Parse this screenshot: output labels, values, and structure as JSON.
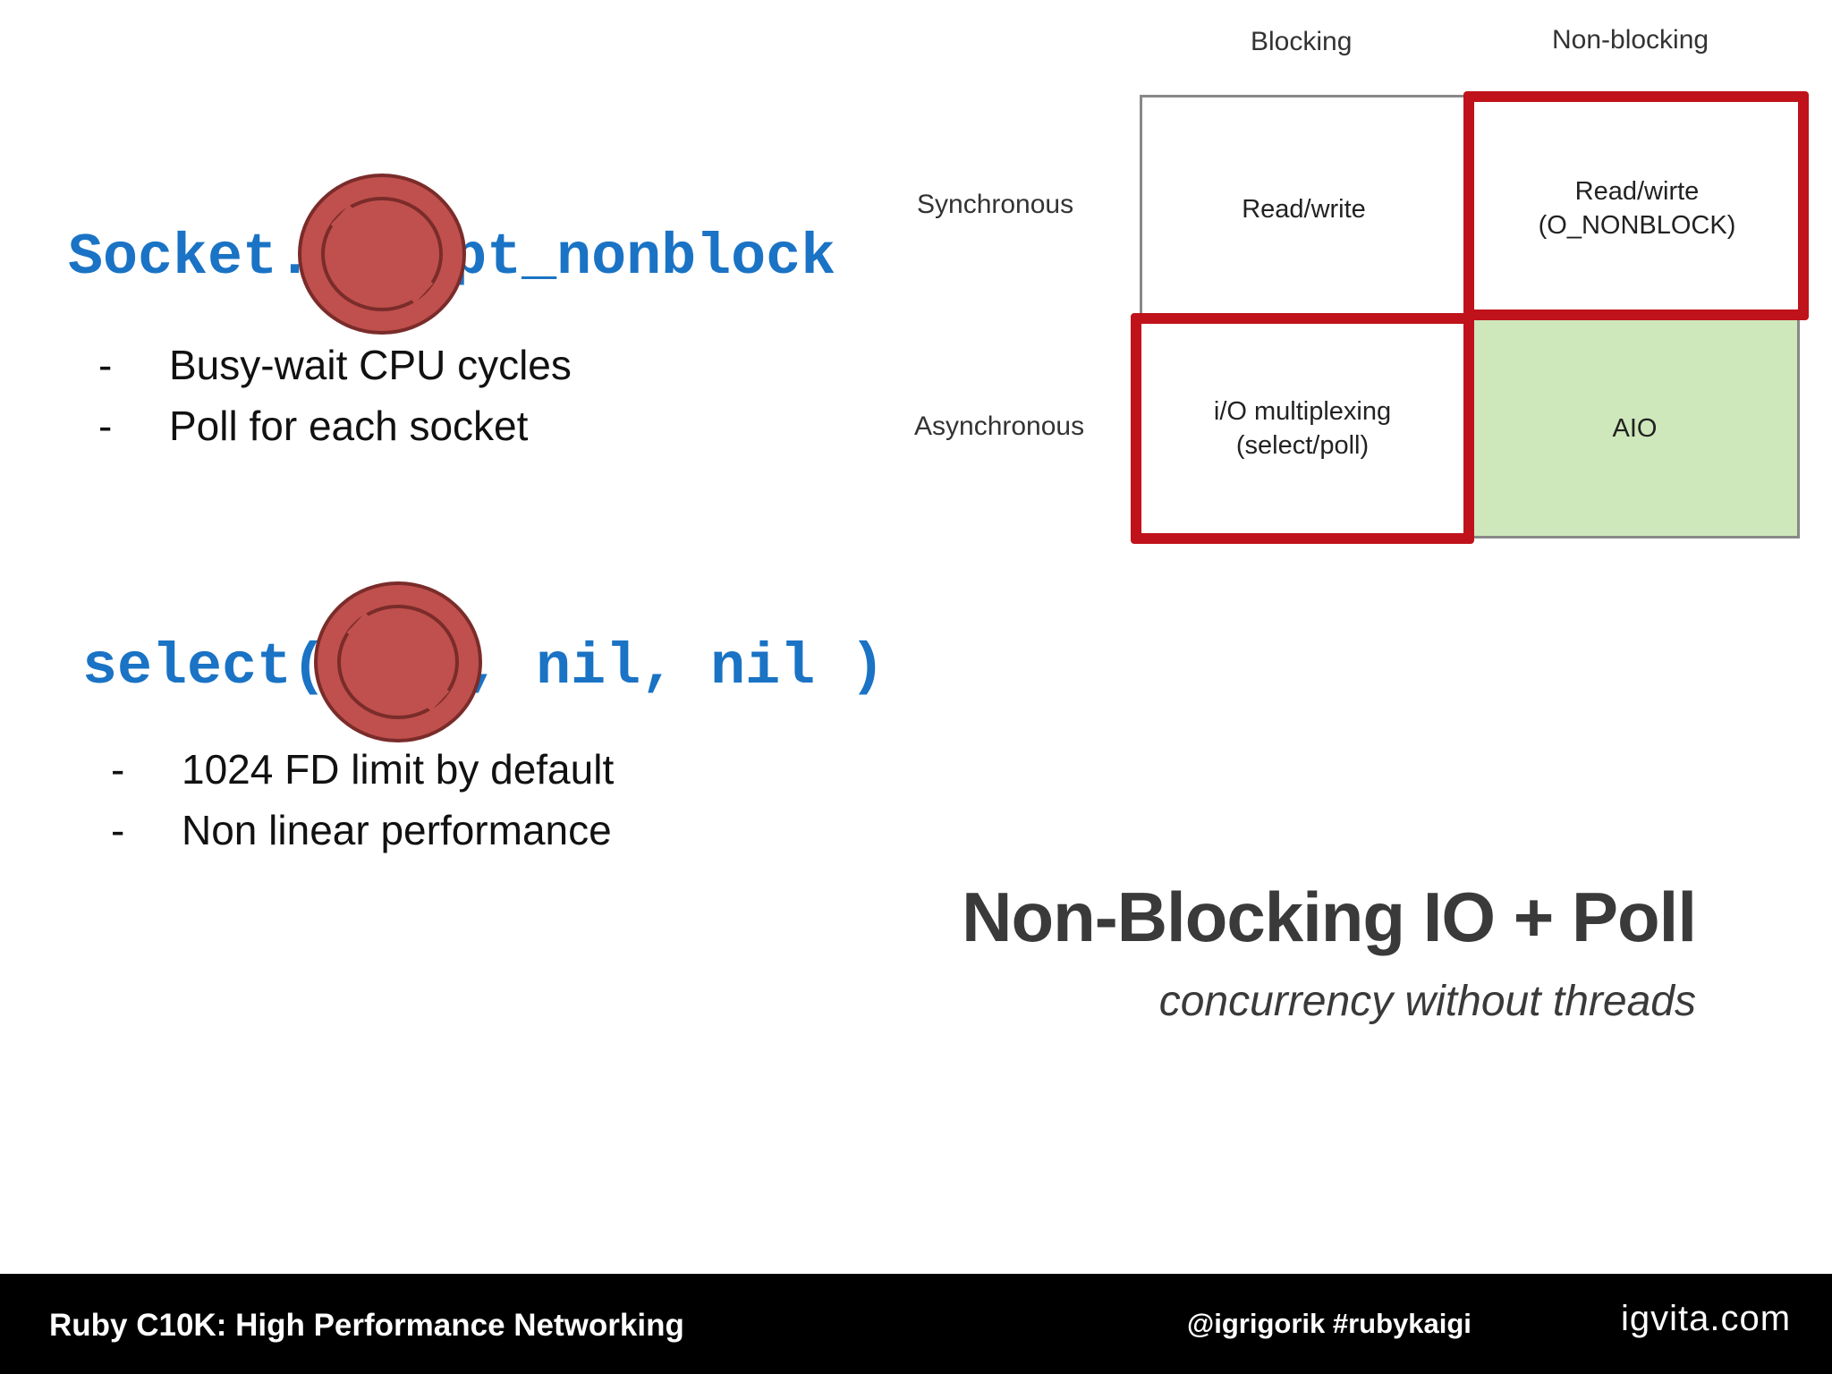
{
  "slide": {
    "code_1": "Socket.accept_nonblock",
    "bullets_1": [
      {
        "dash": "-",
        "text": "Busy-wait CPU cycles"
      },
      {
        "dash": "-",
        "text": "Poll for each socket"
      }
    ],
    "code_2": "select( […], nil, nil )",
    "bullets_2": [
      {
        "dash": "-",
        "text": "1024 FD limit by default"
      },
      {
        "dash": "-",
        "text": "Non linear performance"
      }
    ],
    "prohibited_icon": "no-entry-icon",
    "headline": "Non-Blocking IO + Poll",
    "subheadline": "concurrency without threads"
  },
  "matrix": {
    "col_labels": [
      "Blocking",
      "Non-blocking"
    ],
    "row_labels": [
      "Synchronous",
      "Asynchronous"
    ],
    "cells": {
      "sync_blocking": [
        "Read/write"
      ],
      "sync_nonblocking": [
        "Read/wirte",
        "(O_NONBLOCK)"
      ],
      "async_blocking": [
        "i/O multiplexing",
        "(select/poll)"
      ],
      "async_nonblocking": [
        "AIO"
      ]
    },
    "highlight_color": "#c0121a",
    "aio_fill": "#cfe8bb"
  },
  "footer": {
    "title": "Ruby C10K: High Performance Networking",
    "handle": "@igrigorik #rubykaigi",
    "site": "igvita.com"
  }
}
